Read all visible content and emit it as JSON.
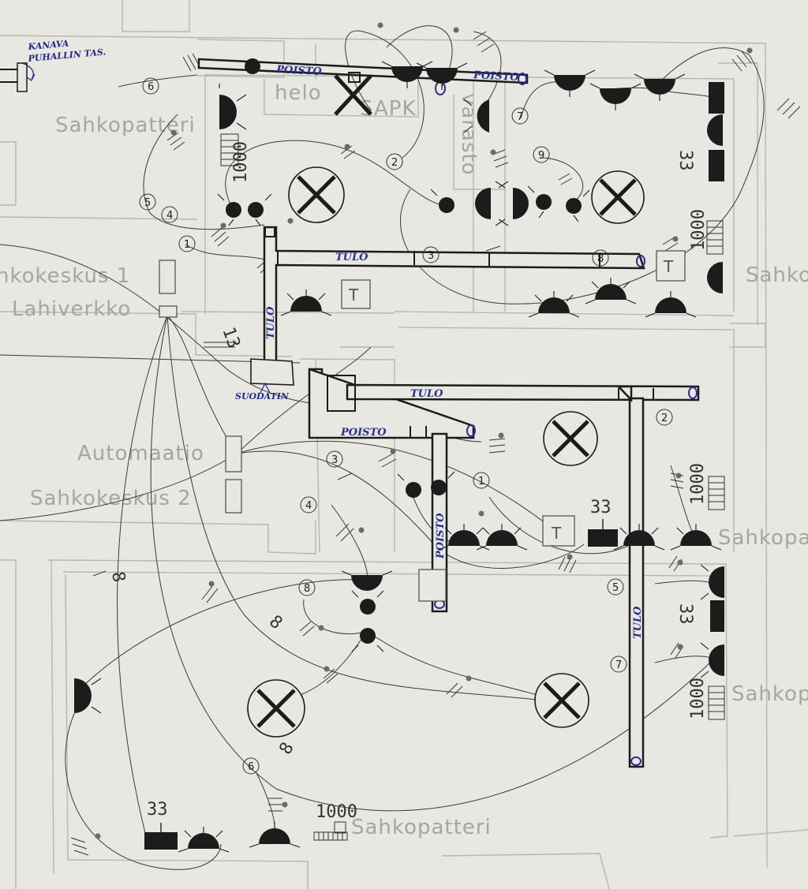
{
  "handwritten_note": {
    "line1": "KANAVA",
    "line2": "PUHALLIN TAS."
  },
  "room_labels": {
    "patteri_top": "Sahkopatteri",
    "keskus1": "hkokeskus 1",
    "lahiverkko": "Lahiverkko",
    "automaatio": "Automaatio",
    "keskus2": "Sahkokeskus 2",
    "right1": "Sahko",
    "right2": "Sahkopa",
    "right3": "Sahkop",
    "bottom": "Sahkopatteri",
    "helo": "helo",
    "sapk": "SAPK",
    "varasto": "varasto"
  },
  "duct_labels": {
    "poisto_a": "POISTO",
    "poisto_b": "POISTO",
    "poisto_c": "POISTO",
    "poisto_d": "POISTO",
    "tulo_a": "TULO",
    "tulo_b": "TULO",
    "tulo_c": "TULO",
    "tulo_d": "TULO",
    "suodatin": "SUODATIN"
  },
  "numbers": {
    "n33_a": "33",
    "n33_b": "33",
    "n33_c": "33",
    "n33_d": "33",
    "n1000_a": "1000",
    "n1000_b": "1000",
    "n1000_c": "1000",
    "n1000_d": "1000",
    "n1000_e": "1000",
    "n13": "13",
    "n8_a": "8",
    "n8_b": "8",
    "n8_c": "8",
    "T": "T"
  },
  "circuits": {
    "c6": "6",
    "c5": "5",
    "c4": "4",
    "c1": "1",
    "c2": "2",
    "c3": "3",
    "c7": "7",
    "c8": "8",
    "c9": "9",
    "c3b": "3",
    "c1b": "1",
    "c4b": "4",
    "c2b": "2",
    "c5b": "5",
    "c7b": "7",
    "c8b": "8",
    "c6b": "6"
  },
  "colors": {
    "ink": "#1c1c1c",
    "wall": "#b5b3ae",
    "hand": "#1f2a8a",
    "paper": "#e9e7e2"
  }
}
